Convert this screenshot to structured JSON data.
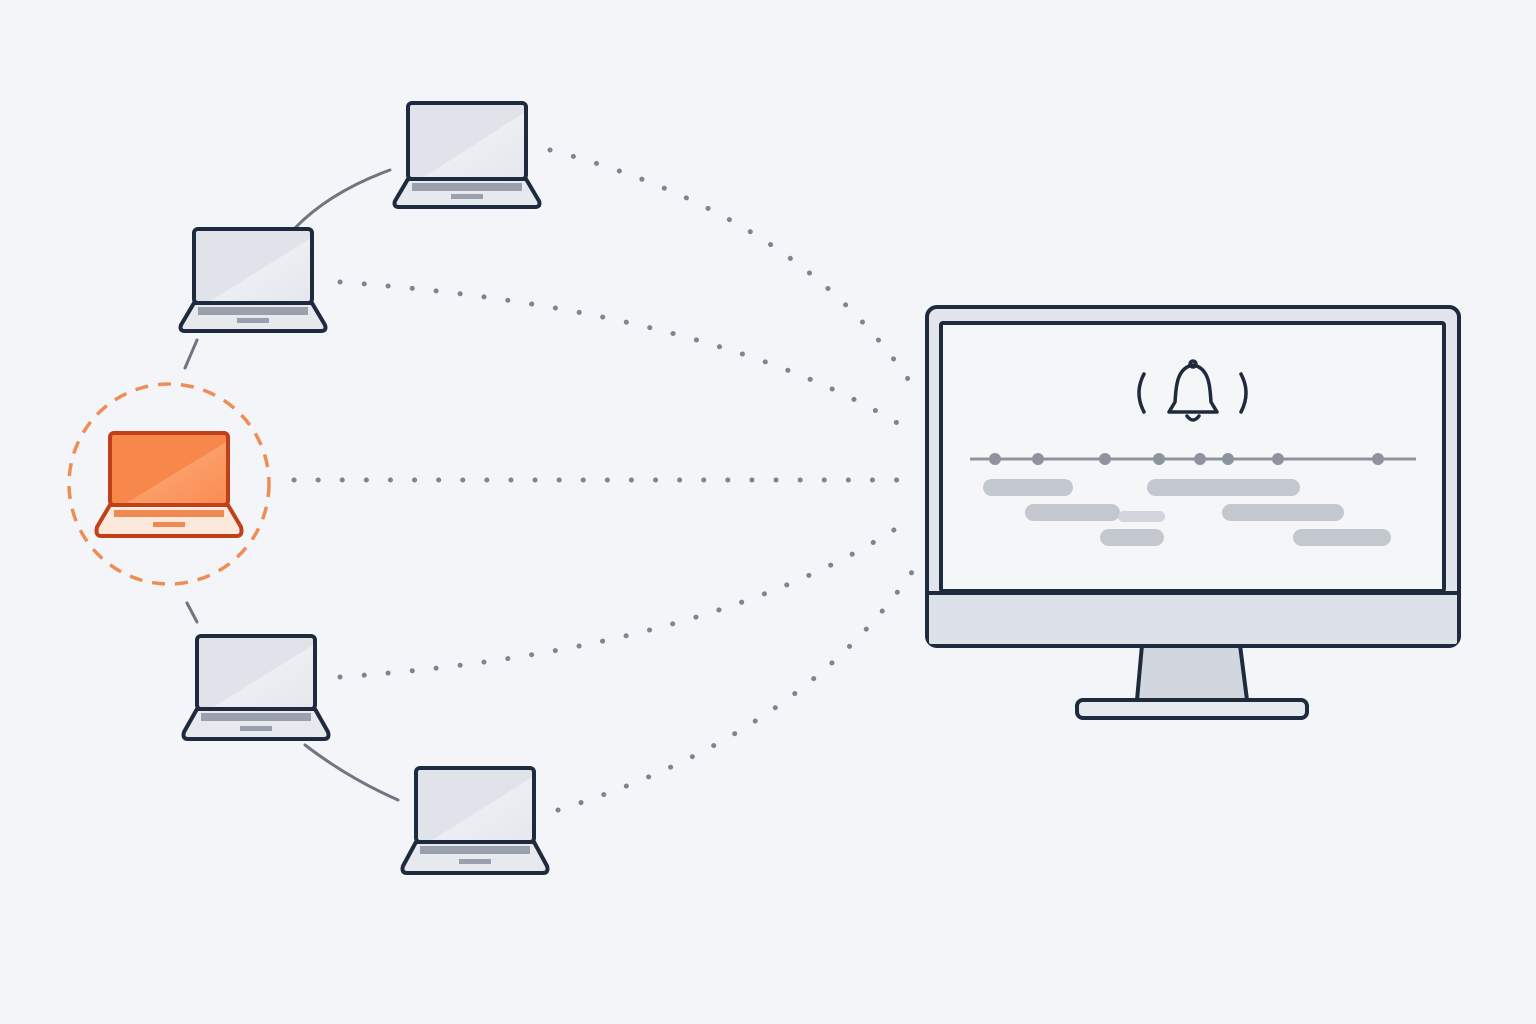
{
  "colors": {
    "background": "#f3f5f8",
    "outline": "#1e2a3d",
    "device_fill": "#dfe3ea",
    "screen_fill": "#e3e6ed",
    "screen_glare": "#eef0f4",
    "keyboard": "#9aa1ad",
    "connector": "#6f7682",
    "dot": "#7f858f",
    "highlight_fill": "#f7874a",
    "highlight_glare": "#fbae80",
    "highlight_outline": "#c0401a",
    "highlight_ring": "#ee8d55",
    "monitor_screen": "#f5f6f8",
    "placeholder": "#c3c7ce",
    "timeline": "#8e949d"
  },
  "diagram": {
    "nodes": [
      {
        "id": "laptop-top",
        "role": "laptop",
        "highlighted": false
      },
      {
        "id": "laptop-upper-left",
        "role": "laptop",
        "highlighted": false
      },
      {
        "id": "laptop-flagged",
        "role": "laptop",
        "highlighted": true
      },
      {
        "id": "laptop-lower-left",
        "role": "laptop",
        "highlighted": false
      },
      {
        "id": "laptop-bottom",
        "role": "laptop",
        "highlighted": false
      },
      {
        "id": "monitor",
        "role": "monitor",
        "highlighted": false
      }
    ],
    "links": [
      {
        "from": "laptop-top",
        "to": "monitor",
        "style": "dotted"
      },
      {
        "from": "laptop-upper-left",
        "to": "monitor",
        "style": "dotted"
      },
      {
        "from": "laptop-flagged",
        "to": "monitor",
        "style": "dotted"
      },
      {
        "from": "laptop-lower-left",
        "to": "monitor",
        "style": "dotted"
      },
      {
        "from": "laptop-bottom",
        "to": "monitor",
        "style": "dotted"
      },
      {
        "from": "laptop-top",
        "to": "laptop-upper-left",
        "style": "solid"
      },
      {
        "from": "laptop-upper-left",
        "to": "laptop-flagged",
        "style": "solid"
      },
      {
        "from": "laptop-flagged",
        "to": "laptop-lower-left",
        "style": "solid"
      },
      {
        "from": "laptop-lower-left",
        "to": "laptop-bottom",
        "style": "solid"
      }
    ],
    "monitor_content": {
      "alert_icon": "bell-icon",
      "timeline_events": 8
    }
  }
}
